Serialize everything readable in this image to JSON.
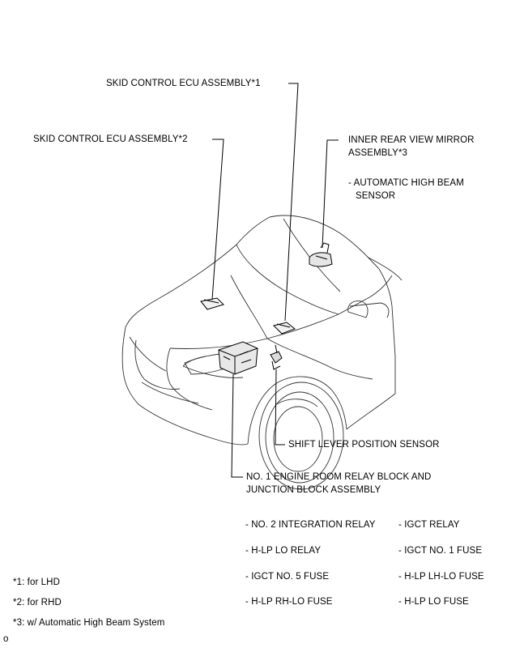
{
  "labels": {
    "skid_ecu_1": "SKID CONTROL ECU ASSEMBLY*1",
    "skid_ecu_2": "SKID CONTROL ECU ASSEMBLY*2",
    "mirror_line1": "INNER REAR VIEW MIRROR",
    "mirror_line2": "ASSEMBLY*3",
    "ahb_line1": "- AUTOMATIC HIGH BEAM",
    "ahb_line2": "SENSOR",
    "shift_sensor": "SHIFT LEVER POSITION SENSOR",
    "relay_block_line1": "NO. 1 ENGINE ROOM RELAY BLOCK AND",
    "relay_block_line2": "JUNCTION BLOCK ASSEMBLY"
  },
  "relay_items": [
    "- NO. 2 INTEGRATION RELAY",
    "- IGCT RELAY",
    "- H-LP LO RELAY",
    "- IGCT NO. 1 FUSE",
    "- IGCT NO. 5 FUSE",
    "- H-LP LH-LO FUSE",
    "- H-LP RH-LO FUSE",
    "- H-LP LO FUSE"
  ],
  "footnotes": [
    "*1: for LHD",
    "*2: for RHD",
    "*3: w/ Automatic High Beam System"
  ],
  "corner_mark": "o"
}
